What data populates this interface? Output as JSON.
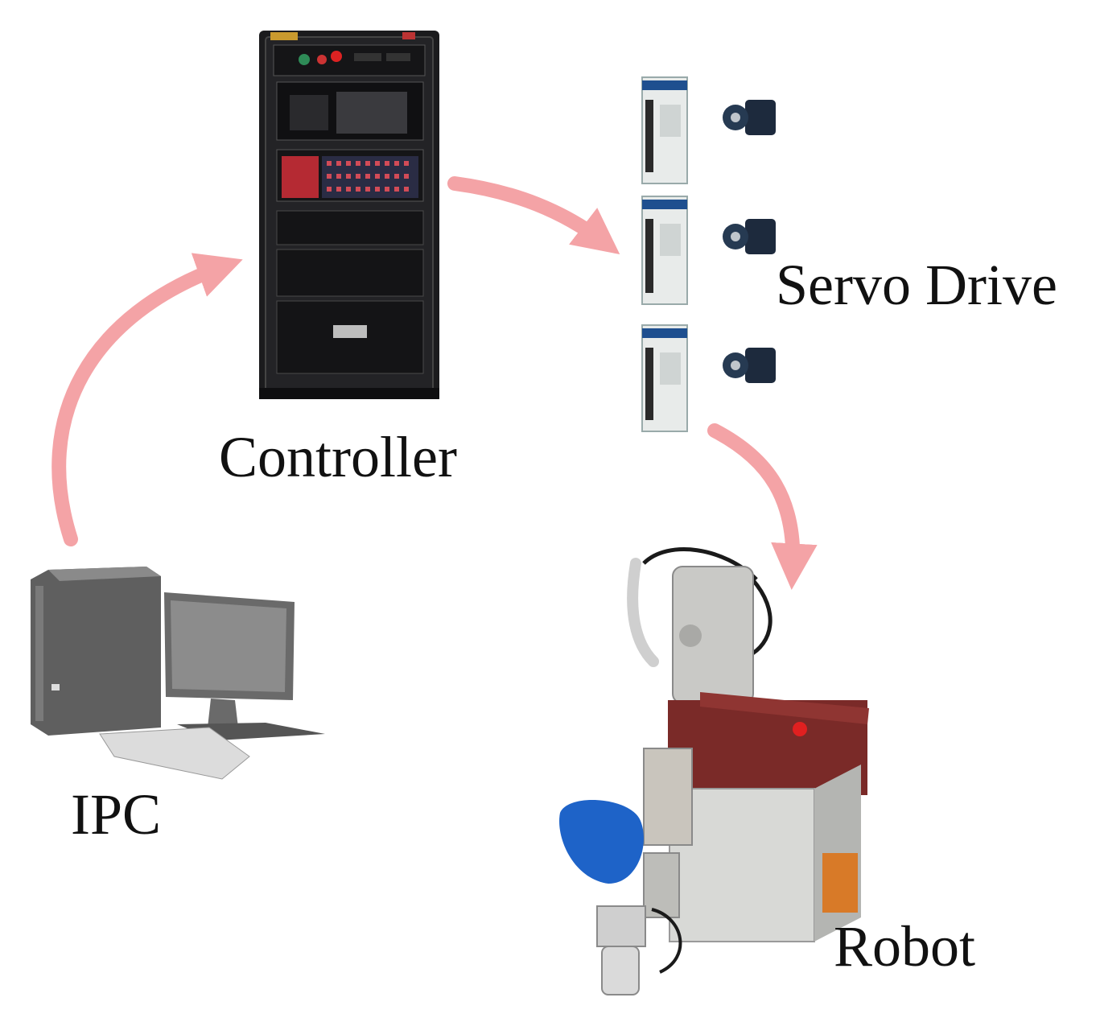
{
  "nodes": {
    "controller": {
      "label": "Controller",
      "icon": "controller-cabinet-icon"
    },
    "servo": {
      "label": "Servo Drive",
      "icon": "servo-drive-icon",
      "count": 3
    },
    "ipc": {
      "label": "IPC",
      "icon": "industrial-pc-icon"
    },
    "robot": {
      "label": "Robot",
      "icon": "robot-arm-icon"
    }
  },
  "edges": [
    {
      "from": "IPC",
      "to": "Controller"
    },
    {
      "from": "Controller",
      "to": "Servo Drive"
    },
    {
      "from": "Servo Drive",
      "to": "Robot"
    }
  ],
  "colors": {
    "arrow": "#f4a3a6",
    "cabinet": "#1b1b1d",
    "drive_body": "#e8ebea",
    "motor": "#1d2a3d",
    "robot_frame": "#7a2a28",
    "robot_box": "#d8d9d6",
    "robot_hand": "#1e63c8",
    "pc_case": "#5f5f5f"
  }
}
